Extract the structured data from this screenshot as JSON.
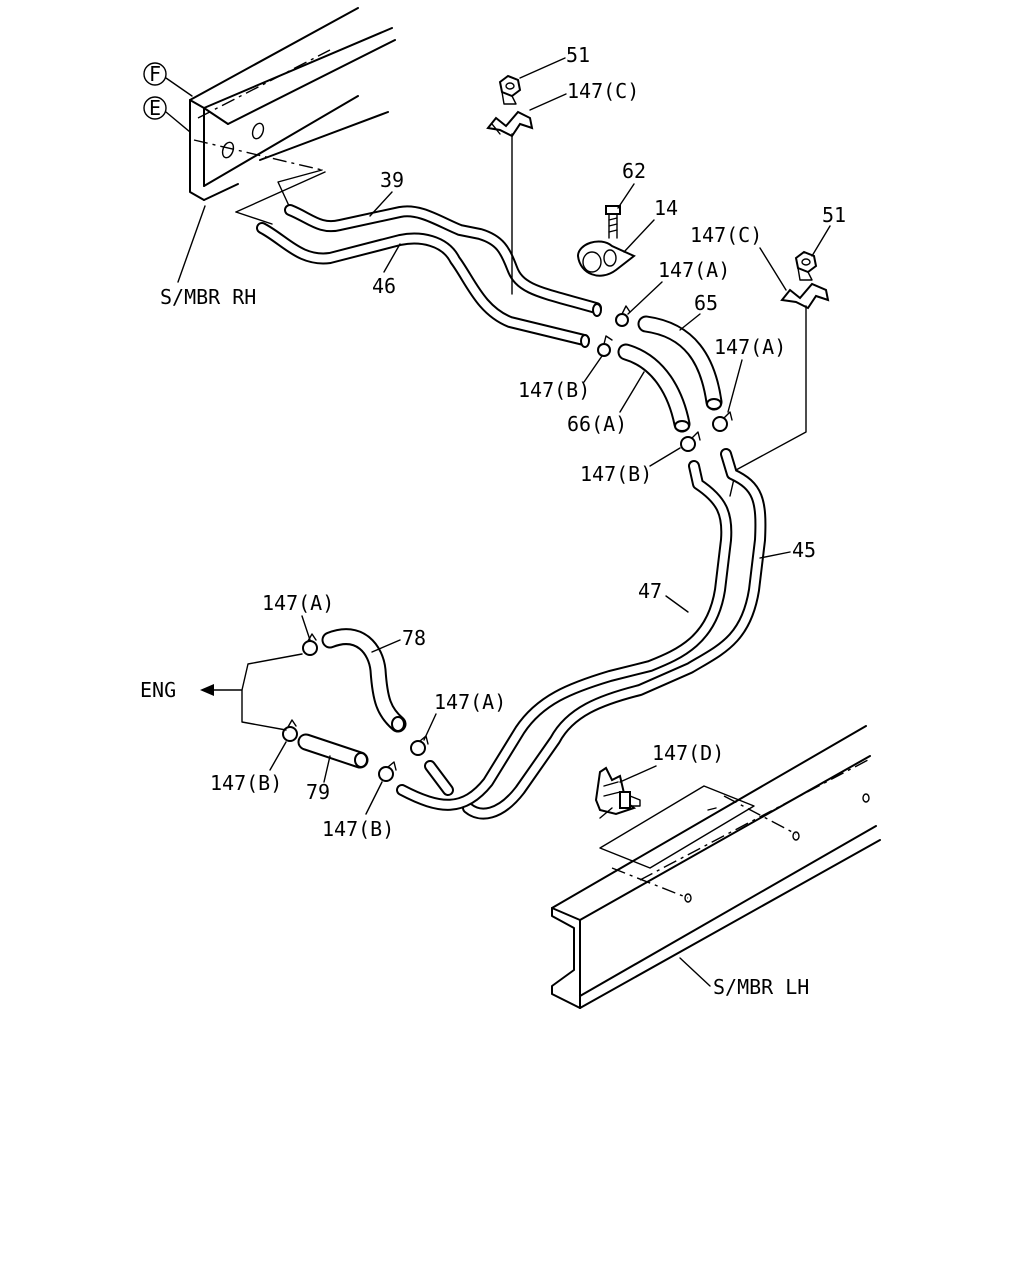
{
  "callouts": {
    "F": "F",
    "E": "E",
    "smbr_rh": "S/MBR RH",
    "smbr_lh": "S/MBR LH",
    "eng": "ENG",
    "p51_top": "51",
    "p147c_top": "147(C)",
    "p39": "39",
    "p46": "46",
    "p62": "62",
    "p14": "14",
    "p147c_right": "147(C)",
    "p51_right": "51",
    "p147a_1": "147(A)",
    "p65": "65",
    "p147a_2": "147(A)",
    "p147b_1": "147(B)",
    "p66a": "66(A)",
    "p147b_2": "147(B)",
    "p45": "45",
    "p47": "47",
    "p147a_3": "147(A)",
    "p78": "78",
    "p147a_4": "147(A)",
    "p147d": "147(D)",
    "p147b_3": "147(B)",
    "p79": "79",
    "p147b_4": "147(B)"
  }
}
